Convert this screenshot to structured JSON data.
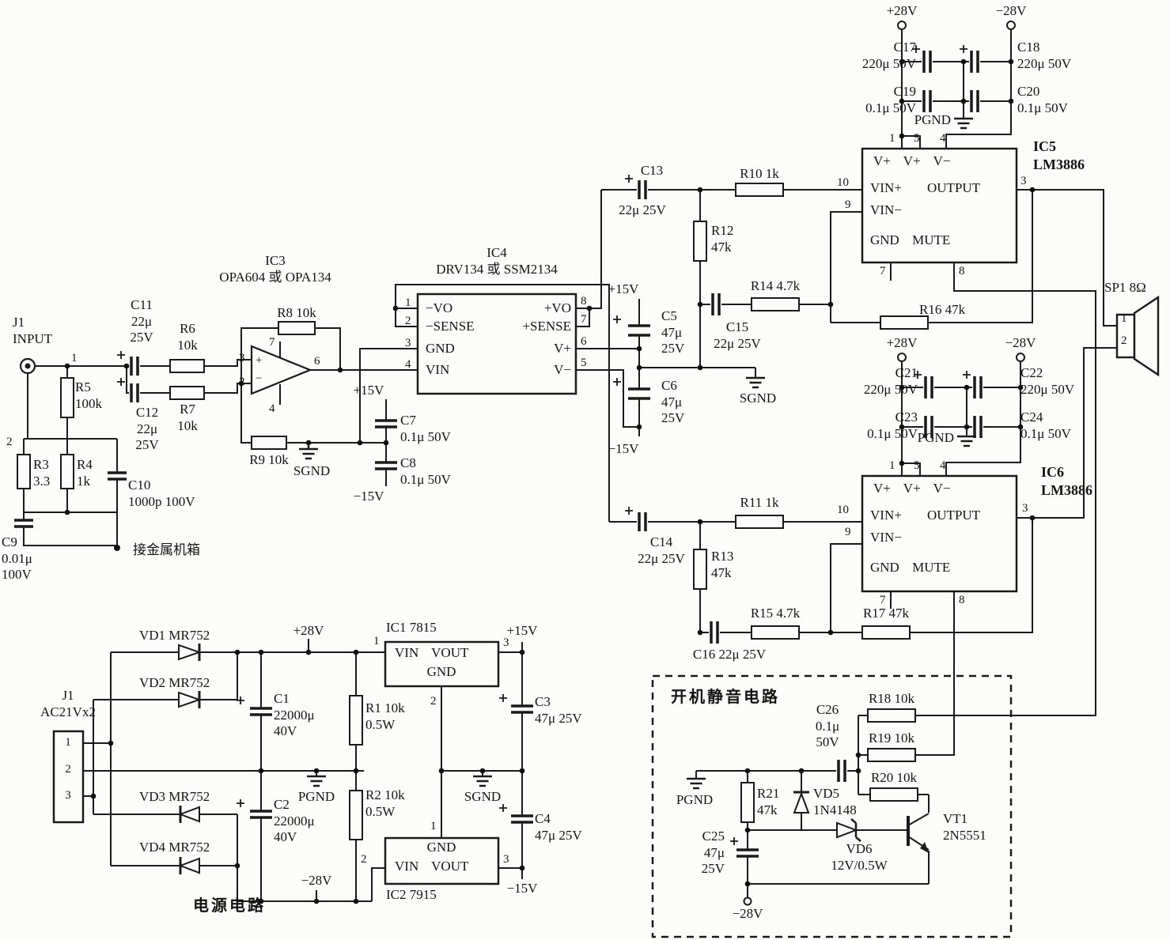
{
  "t": {
    "j1in": "J1\nINPUT",
    "j1ac": "J1\nAC21Vx2",
    "d1": "1",
    "d2": "2",
    "d3": "3",
    "d4": "4",
    "d5": "5",
    "d6": "6",
    "d7": "7",
    "d8": "8",
    "d9": "9",
    "d10": "10",
    "plus": "+",
    "minus": "−",
    "c11": "C11\n22μ\n25V",
    "c12": "C12\n22μ\n25V",
    "r6": "R6\n10k",
    "r7": "R7\n10k",
    "r5": "R5\n100k",
    "r3": "R3\n3.3",
    "r4": "R4\n1k",
    "c10": "C10\n1000p 100V",
    "c9": "C9\n0.01μ\n100V",
    "chassis": "接金属机箱",
    "ic3": "IC3\nOPA604 或 OPA134",
    "r8": "R8 10k",
    "r9": "R9 10k",
    "sgnd": "SGND",
    "pgnd": "PGND",
    "ic4": "IC4\nDRV134 或 SSM2134",
    "vo_m": "−VO",
    "vo_p": "+VO",
    "sense_m": "−SENSE",
    "sense_p": "+SENSE",
    "gnd": "GND",
    "vplus": "V+",
    "vin": "VIN",
    "vminus": "V−",
    "p15": "+15V",
    "m15": "−15V",
    "p28": "+28V",
    "m28": "−28V",
    "c7": "C7\n0.1μ 50V",
    "c8": "C8\n0.1μ 50V",
    "c5": "C5\n47μ\n25V",
    "c6": "C6\n47μ\n25V",
    "c13": "C13",
    "c13v": "22μ 25V",
    "c14": "C14\n22μ 25V",
    "r10": "R10 1k",
    "r11": "R11 1k",
    "r12": "R12\n47k",
    "r13": "R13\n47k",
    "r14": "R14 4.7k",
    "r15": "R15 4.7k",
    "r16": "R16 47k",
    "r17": "R17 47k",
    "c15": "C15\n22μ 25V",
    "c16": "C16 22μ 25V",
    "c17": "C17\n220μ 50V",
    "c18": "C18\n220μ 50V",
    "c19": "C19\n0.1μ 50V",
    "c20": "C20\n0.1μ 50V",
    "c21": "C21\n220μ 50V",
    "c22": "C22\n220μ 50V",
    "c23": "C23\n0.1μ 50V",
    "c24": "C24\n0.1μ 50V",
    "ic5": "IC5\nLM3886",
    "ic6": "IC6\nLM3886",
    "vrow": "V+ V+ V−",
    "vinp": "VIN+",
    "vinm": "VIN−",
    "outp": "OUTPUT",
    "gndmute": "GND MUTE",
    "sp1": "SP1 8Ω",
    "vd1": "VD1 MR752",
    "vd2": "VD2 MR752",
    "vd3": "VD3 MR752",
    "vd4": "VD4 MR752",
    "ic1": "IC1 7815",
    "ic2t": "IC2 7915",
    "vinvout": "VIN VOUT",
    "c1": "C1\n22000μ\n40V",
    "c2": "C2\n22000μ\n40V",
    "r1": "R1 10k\n0.5W",
    "r2": "R2 10k\n0.5W",
    "c3": "C3\n47μ 25V",
    "c4": "C4\n47μ 25V",
    "pwr": "电源电路",
    "mute": "开机静音电路",
    "c26": "C26\n0.1μ\n50V",
    "r18": "R18 10k",
    "r19": "R19 10k",
    "r20": "R20 10k",
    "r21": "R21\n47k",
    "vd5": "VD5\n1N4148",
    "vd6": "VD6\n12V/0.5W",
    "vt1": "VT1\n2N5551",
    "c25": "C25\n47μ\n25V"
  }
}
